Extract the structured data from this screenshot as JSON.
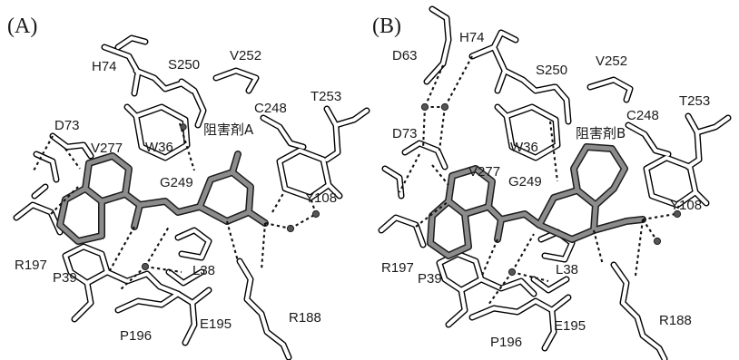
{
  "panels": [
    {
      "tag": "(A)",
      "ligand": "阻害剤A",
      "residues": [
        "H74",
        "S250",
        "V252",
        "C248",
        "T253",
        "D73",
        "V277",
        "W36",
        "G249",
        "Y108",
        "R197",
        "P39",
        "L38",
        "R188",
        "E195",
        "P196"
      ]
    },
    {
      "tag": "(B)",
      "ligand": "阻害剤B",
      "residues": [
        "D63",
        "H74",
        "S250",
        "V252",
        "C248",
        "T253",
        "D73",
        "V277",
        "W36",
        "G249",
        "Y108",
        "R197",
        "P39",
        "L38",
        "R188",
        "E195",
        "P196"
      ]
    }
  ]
}
